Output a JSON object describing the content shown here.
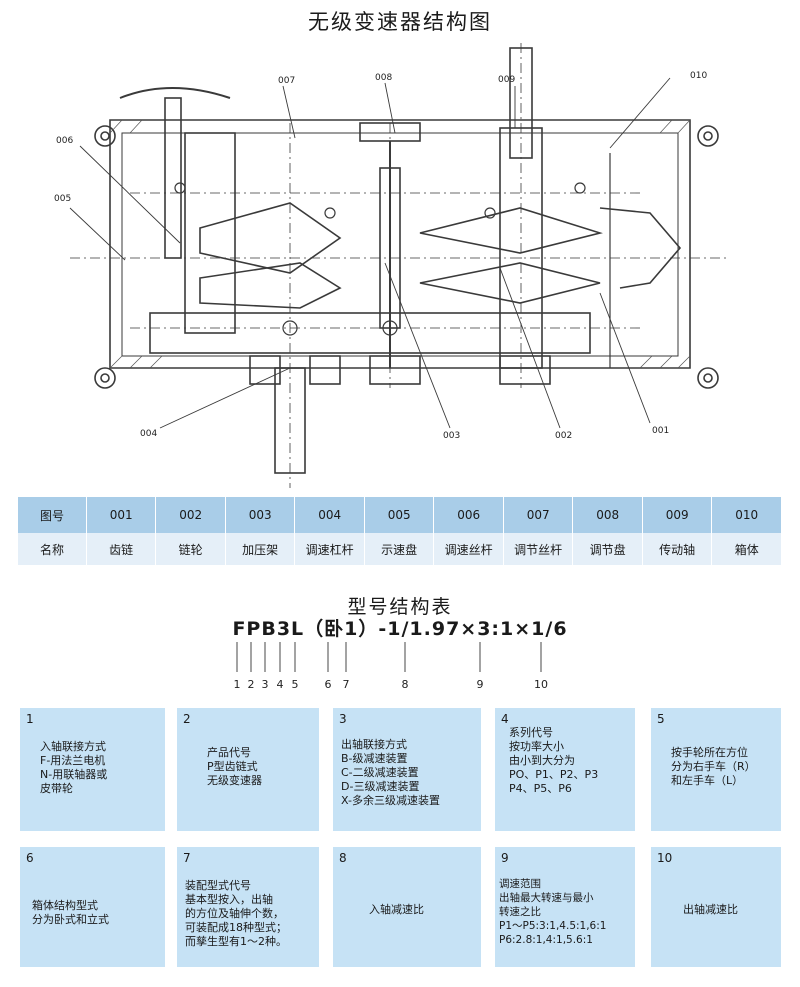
{
  "title": "无级变速器结构图",
  "callouts": [
    "001",
    "002",
    "003",
    "004",
    "005",
    "006",
    "007",
    "008",
    "009",
    "010"
  ],
  "legend": {
    "row1": [
      "图号",
      "001",
      "002",
      "003",
      "004",
      "005",
      "006",
      "007",
      "008",
      "009",
      "010"
    ],
    "row2": [
      "名称",
      "齿链",
      "链轮",
      "加压架",
      "调速杠杆",
      "示速盘",
      "调速丝杆",
      "调节丝杆",
      "调节盘",
      "传动轴",
      "箱体"
    ]
  },
  "model_title": "型号结构表",
  "formula": "FPB3L（卧1）-1/1.97×3:1×1/6",
  "formula_numbers": [
    "1",
    "2",
    "3",
    "4",
    "5",
    "6",
    "7",
    "8",
    "9",
    "10"
  ],
  "boxes": [
    {
      "num": "1",
      "text": "入轴联接方式\nF-用法兰电机\nN-用联轴器或\n皮带轮"
    },
    {
      "num": "2",
      "text": "产品代号\nP型齿链式\n无级变速器"
    },
    {
      "num": "3",
      "text": "出轴联接方式\nB-级减速装置\nC-二级减速装置\nD-三级减速装置\nX-多余三级减速装置"
    },
    {
      "num": "4",
      "text": "系列代号\n按功率大小\n由小到大分为\nPO、P1、P2、P3\nP4、P5、P6"
    },
    {
      "num": "5",
      "text": "按手轮所在方位\n分为右手车（R）\n和左手车（L）"
    },
    {
      "num": "6",
      "text": "箱体结构型式\n分为卧式和立式"
    },
    {
      "num": "7",
      "text": "装配型式代号\n基本型按入，出轴\n的方位及轴伸个数，\n可装配成18种型式；\n而孳生型有1～2种。"
    },
    {
      "num": "8",
      "text": "入轴减速比"
    },
    {
      "num": "9",
      "text": "调速范围\n出轴最大转速与最小\n转速之比\nP1～P5:3:1,4.5:1,6:1\nP6:2.8:1,4:1,5.6:1"
    },
    {
      "num": "10",
      "text": "出轴减速比"
    }
  ],
  "colors": {
    "box": "#c6e2f5",
    "legend_head": "#a9cde8",
    "legend_row": "#e5eff8",
    "line": "#3a3a3a"
  }
}
